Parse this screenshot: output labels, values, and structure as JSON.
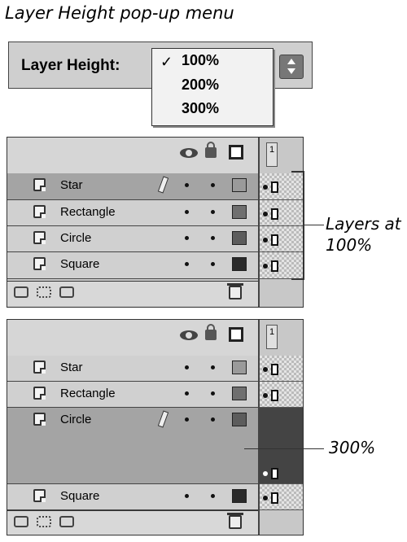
{
  "caption": "Layer Height pop-up menu",
  "layer_height": {
    "label": "Layer Height:",
    "check": "✓",
    "options": [
      "100%",
      "200%",
      "300%"
    ],
    "selected": "100%"
  },
  "timeline": {
    "frame_number": "1"
  },
  "panel_top": {
    "layers": [
      {
        "name": "Star",
        "color": "#9a9a9a",
        "selected": true,
        "editing": true
      },
      {
        "name": "Rectangle",
        "color": "#6f6f6f"
      },
      {
        "name": "Circle",
        "color": "#5c5c5c"
      },
      {
        "name": "Square",
        "color": "#2a2a2a"
      }
    ],
    "annotation": "Layers at 100%"
  },
  "panel_bottom": {
    "layers": [
      {
        "name": "Star",
        "color": "#9a9a9a"
      },
      {
        "name": "Rectangle",
        "color": "#6f6f6f"
      },
      {
        "name": "Circle",
        "color": "#5c5c5c",
        "selected": true,
        "editing": true,
        "height": "300%"
      },
      {
        "name": "Square",
        "color": "#2a2a2a"
      }
    ],
    "annotation": "300%"
  }
}
